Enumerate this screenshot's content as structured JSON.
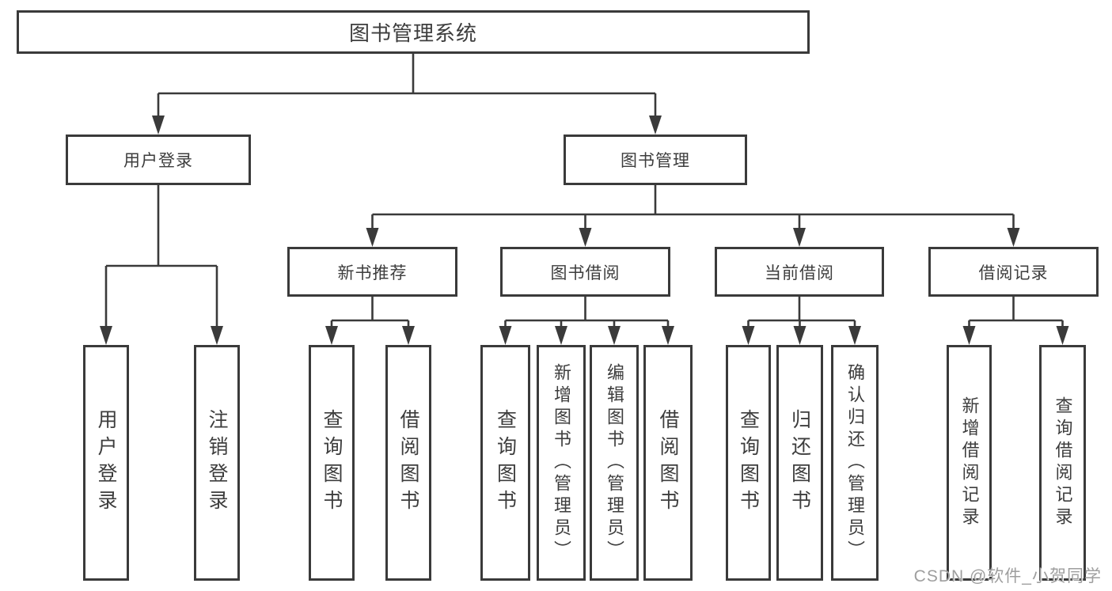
{
  "colors": {
    "background": "#ffffff",
    "line": "#3a3a3a",
    "text": "#3d3d3d",
    "watermark": "#9e9e9e"
  },
  "tree": {
    "root": "图书管理系统",
    "level2": [
      {
        "label": "用户登录"
      },
      {
        "label": "图书管理"
      }
    ],
    "level3": [
      {
        "label": "新书推荐"
      },
      {
        "label": "图书借阅"
      },
      {
        "label": "当前借阅"
      },
      {
        "label": "借阅记录"
      }
    ],
    "groups": [
      [
        "用户登录",
        "注销登录"
      ],
      [
        "查询图书",
        "借阅图书"
      ],
      [
        "查询图书",
        "新增图书（管理员）",
        "编辑图书（管理员）",
        "借阅图书"
      ],
      [
        "查询图书",
        "归还图书",
        "确认归还（管理员）"
      ],
      [
        "新增借阅记录",
        "查询借阅记录"
      ]
    ]
  },
  "watermark": {
    "text": "CSDN @软件_小贺同学"
  }
}
